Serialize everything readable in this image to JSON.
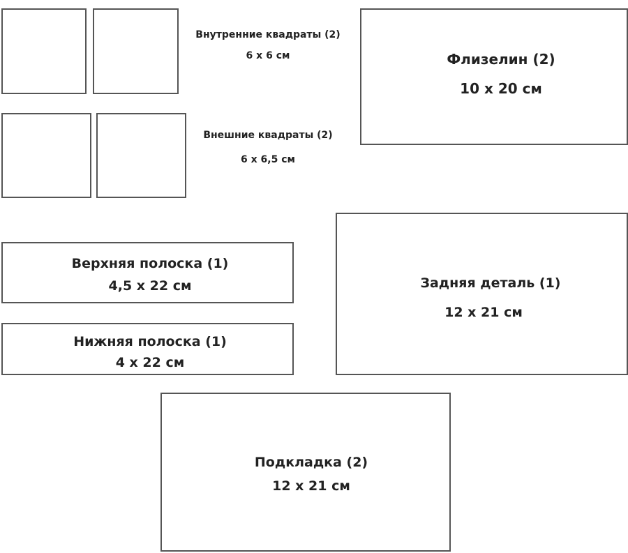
{
  "pieces": {
    "inner_squares": {
      "title": "Внутренние квадраты (2)",
      "size": "6 x 6 см"
    },
    "outer_squares": {
      "title": "Внешние квадраты (2)",
      "size": "6 x 6,5 см"
    },
    "interfacing": {
      "title": "Флизелин (2)",
      "size": "10 x 20 см"
    },
    "top_strip": {
      "title": "Верхняя полоска (1)",
      "size": "4,5 x 22 см"
    },
    "bottom_strip": {
      "title": "Нижняя полоска (1)",
      "size": "4 x 22 см"
    },
    "back_piece": {
      "title": "Задняя деталь (1)",
      "size": "12 x 21 см"
    },
    "lining": {
      "title": "Подкладка (2)",
      "size": "12 x 21 см"
    }
  }
}
